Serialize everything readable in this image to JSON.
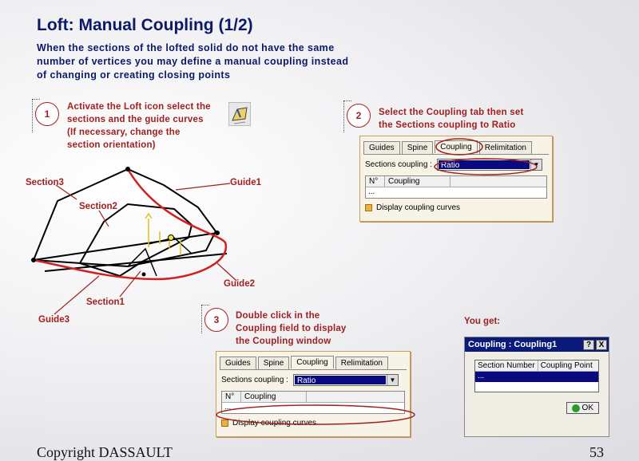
{
  "title": "Loft: Manual Coupling (1/2)",
  "subtitle": [
    "When the sections of the lofted solid do not have the same",
    "number of vertices you may define a manual coupling instead",
    "of changing or creating closing points"
  ],
  "steps": [
    {
      "number": "1",
      "lines": [
        "Activate the Loft icon select the",
        "sections and the guide curves",
        "(If necessary, change the",
        "section orientation)"
      ]
    },
    {
      "number": "2",
      "lines": [
        "Select the Coupling tab then set",
        "the Sections coupling to Ratio"
      ]
    },
    {
      "number": "3",
      "lines": [
        "Double click in the",
        "Coupling field to display",
        "the Coupling window"
      ]
    }
  ],
  "labels": {
    "section3": "Section3",
    "section2": "Section2",
    "section1": "Section1",
    "guide1": "Guide1",
    "guide2": "Guide2",
    "guide3": "Guide3"
  },
  "panel": {
    "tabs": [
      "Guides",
      "Spine",
      "Coupling",
      "Relimitation"
    ],
    "sections_coupling_label": "Sections coupling :",
    "sections_coupling_value": "Ratio",
    "columns": [
      "N°",
      "Coupling"
    ],
    "row_value": "...",
    "checkbox_label": "Display coupling curves"
  },
  "you_get": "You get:",
  "coupling_window": {
    "title": "Coupling : Coupling1",
    "help": "?",
    "close": "X",
    "columns": [
      "Section Number",
      "Coupling Point"
    ],
    "row_value": "...",
    "ok": "OK"
  },
  "footer": {
    "copyright": "Copyright DASSAULT",
    "page": "53"
  },
  "colors": {
    "title": "#0a1a6a",
    "accent": "#a02020",
    "selection": "#0a0a80"
  }
}
